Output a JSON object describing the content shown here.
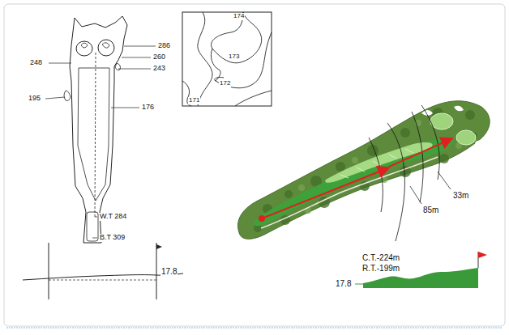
{
  "diagram": {
    "labels": [
      "286",
      "248",
      "260",
      "243",
      "195",
      "176",
      "W.T 284",
      "B.T 309",
      "17.8",
      "174",
      "173",
      "172",
      "171",
      "33m",
      "85m",
      "C.T.-224m",
      "R.T.-199m",
      "17.8"
    ]
  }
}
